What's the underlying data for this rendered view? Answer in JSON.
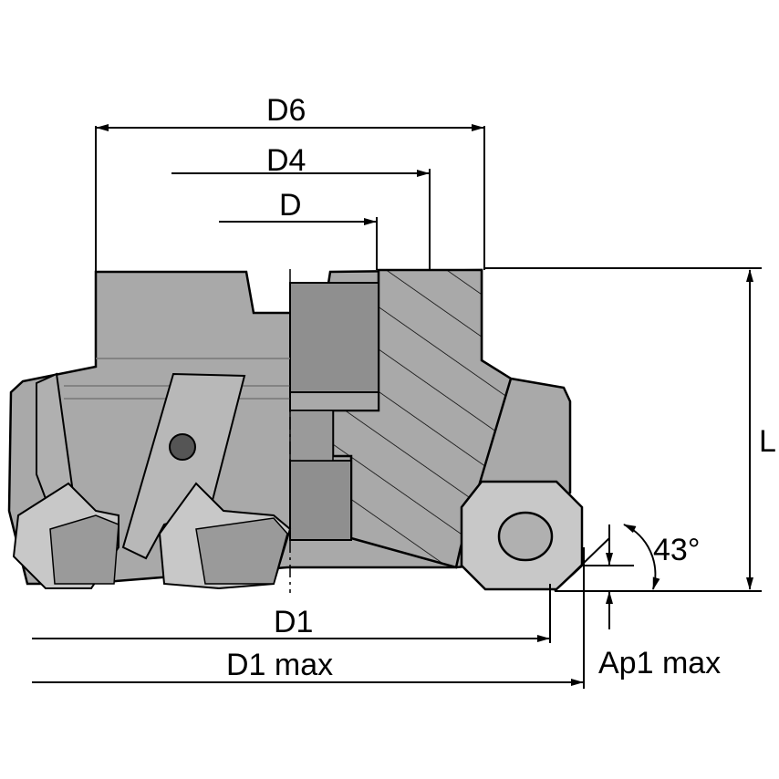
{
  "drawing": {
    "labels": {
      "d6": "D6",
      "d4": "D4",
      "d": "D",
      "l": "L",
      "angle": "43°",
      "d1": "D1",
      "d1_max": "D1 max",
      "ap1_max": "Ap1 max"
    },
    "colors": {
      "body": "#a9a9a9",
      "dark": "#8a8a8a",
      "light": "#c4c4c4",
      "line": "#000000"
    }
  }
}
